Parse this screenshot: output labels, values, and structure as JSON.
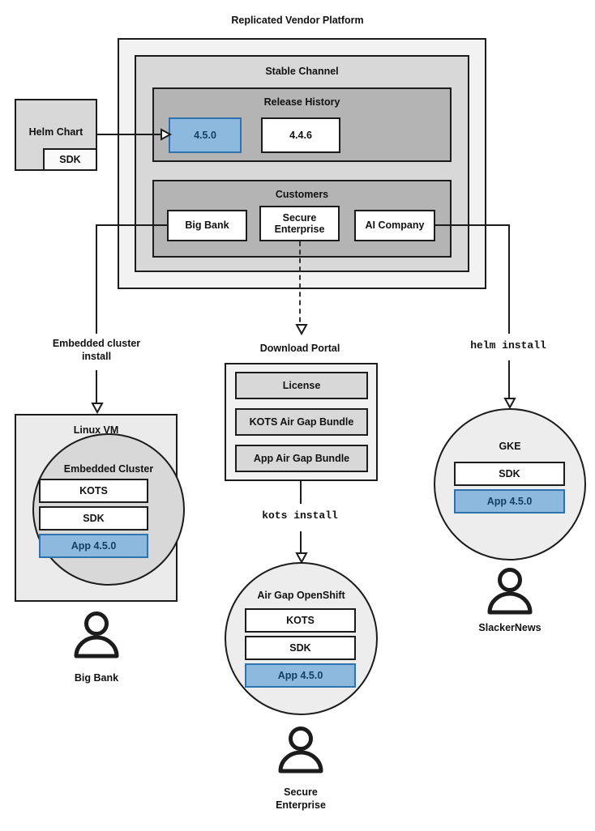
{
  "diagram": {
    "title": "Replicated Vendor Platform",
    "colors": {
      "accent_blue_fill": "#8cb9dd",
      "accent_blue_border": "#2f72ad",
      "accent_blue_text": "#123f63",
      "panel_outer": "#f2f2f2",
      "panel_mid": "#d8d8d8",
      "panel_inner": "#b4b4b4",
      "stroke": "#1c1c1c"
    }
  },
  "source": {
    "helm_chart": "Helm Chart",
    "sdk": "SDK"
  },
  "platform": {
    "stable_channel": {
      "label": "Stable Channel",
      "release_history": {
        "label": "Release History",
        "releases": [
          {
            "version": "4.5.0",
            "highlighted": true
          },
          {
            "version": "4.4.6",
            "highlighted": false
          }
        ]
      },
      "customers": {
        "label": "Customers",
        "items": [
          {
            "name": "Big Bank"
          },
          {
            "name": "Secure\nEnterprise"
          },
          {
            "name": "AI Company"
          }
        ]
      }
    }
  },
  "flows": {
    "embedded_cluster_install": "Embedded cluster\ninstall",
    "kots_install": "kots install",
    "helm_install": "helm install"
  },
  "download_portal": {
    "label": "Download Portal",
    "artifacts": [
      "License",
      "KOTS Air Gap Bundle",
      "App Air Gap Bundle"
    ]
  },
  "targets": [
    {
      "id": "linux-vm",
      "label": "Linux VM",
      "inner_label": "Embedded Cluster",
      "components": [
        {
          "name": "KOTS",
          "highlighted": false
        },
        {
          "name": "SDK",
          "highlighted": false
        },
        {
          "name": "App 4.5.0",
          "highlighted": true
        }
      ],
      "customer": "Big Bank"
    },
    {
      "id": "air-gap-openshift",
      "label": "Air Gap OpenShift",
      "components": [
        {
          "name": "KOTS",
          "highlighted": false
        },
        {
          "name": "SDK",
          "highlighted": false
        },
        {
          "name": "App 4.5.0",
          "highlighted": true
        }
      ],
      "customer": "Secure\nEnterprise"
    },
    {
      "id": "gke",
      "label": "GKE",
      "components": [
        {
          "name": "SDK",
          "highlighted": false
        },
        {
          "name": "App 4.5.0",
          "highlighted": true
        }
      ],
      "customer": "SlackerNews"
    }
  ],
  "icons": {
    "person": "person-icon",
    "arrow": "arrow-head-icon"
  }
}
